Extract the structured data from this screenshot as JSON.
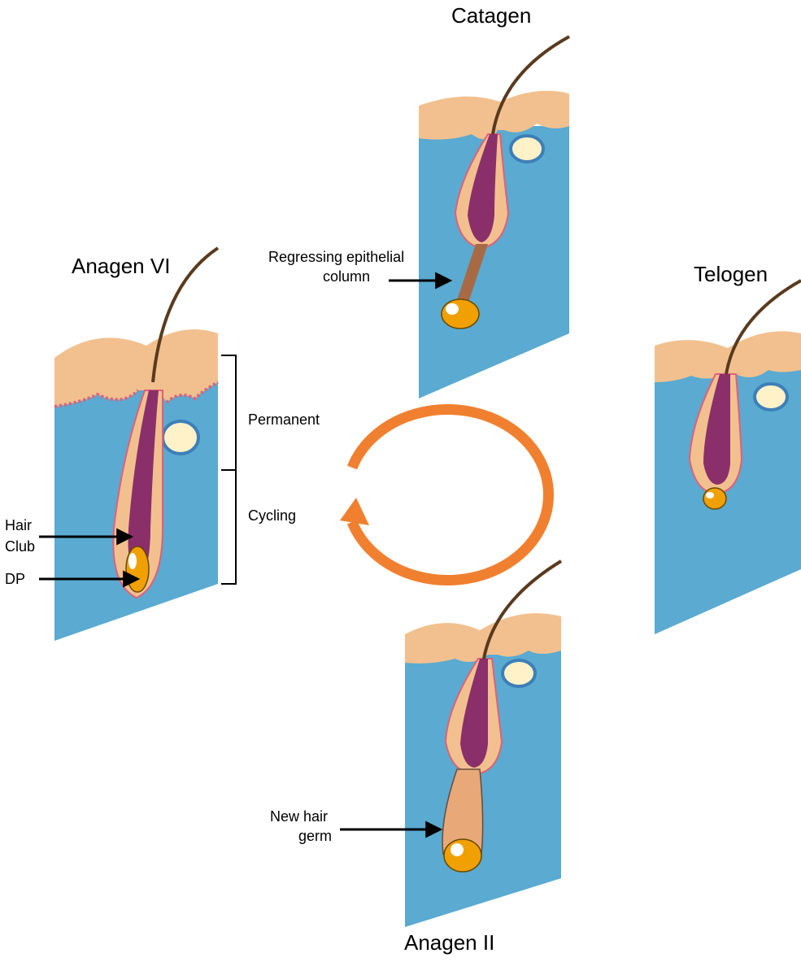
{
  "stages": {
    "anagen_vi": "Anagen VI",
    "catagen": "Catagen",
    "telogen": "Telogen",
    "anagen_ii": "Anagen II"
  },
  "labels": {
    "regressing_line1": "Regressing epithelial",
    "regressing_line2": "column",
    "permanent": "Permanent",
    "cycling": "Cycling",
    "hair_line1": "Hair",
    "hair_line2": "Club",
    "dp": "DP",
    "new_hair_line1": "New hair",
    "new_hair_line2": "germ"
  },
  "colors": {
    "dermis": "#5aaad1",
    "epidermis": "#f2c08e",
    "follicle": "#8b2f6b",
    "hair_shaft": "#5a3a1e",
    "papilla": "#f0a000",
    "cycle_arrow": "#f08030",
    "germ": "#e8a878",
    "sebaceous": "#fff2c8"
  }
}
